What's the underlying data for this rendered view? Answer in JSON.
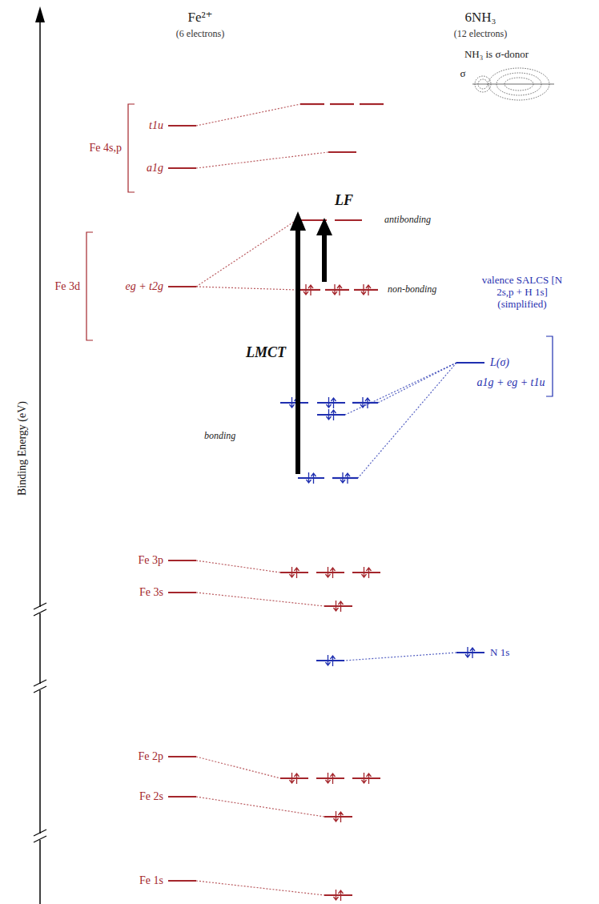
{
  "diagram": {
    "labels": [
      "Fe²⁺",
      "(6 electrons)",
      "6NH₃",
      "(12 electrons)",
      "NH₃ is σ-donor",
      "σ",
      "t1u",
      "a1g",
      "Fe 4s,p",
      "antibonding",
      "LF",
      "eg + t2g",
      "Fe 3d",
      "non-bonding",
      "valence SALCS [N 2s,p + H 1s] (simplified)",
      "LMCT",
      "L(σ)",
      "a1g + eg + t1u",
      "bonding",
      "Binding Energy (eV)",
      "Fe 3p",
      "Fe 3s",
      "N 1s",
      "Fe 2p",
      "Fe 2s",
      "Fe 1s"
    ]
  }
}
